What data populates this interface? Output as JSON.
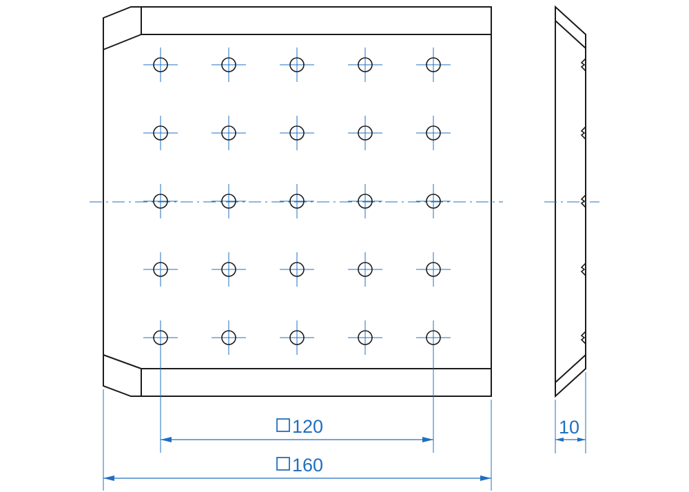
{
  "drawing": {
    "hole_grid": {
      "rows": 5,
      "columns": 5
    },
    "dimensions": {
      "hole_pitch_square": {
        "symbol": "□",
        "value": "120"
      },
      "plate_square": {
        "symbol": "□",
        "value": "160"
      },
      "thickness": {
        "value": "10"
      }
    },
    "colors": {
      "outline": "#1a1a1a",
      "dimension": "#1f6fbf"
    }
  }
}
